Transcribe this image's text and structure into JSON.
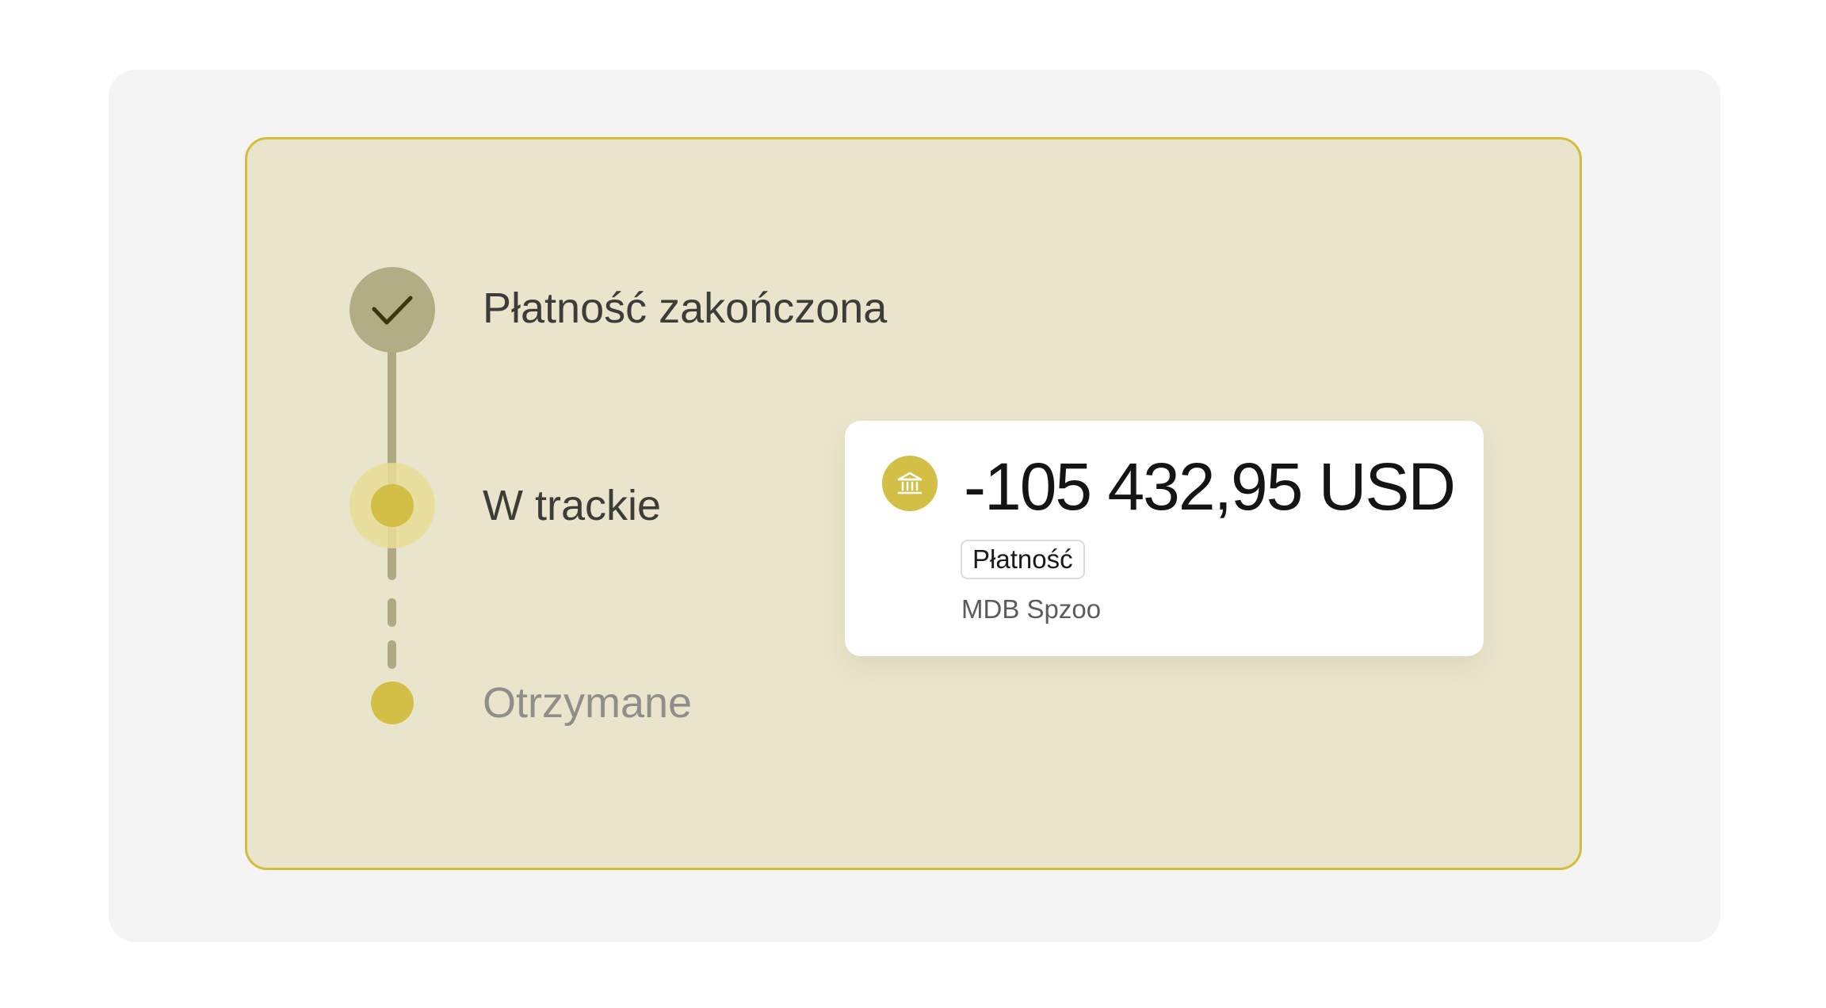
{
  "timeline": {
    "steps": [
      {
        "label": "Płatność zakończona",
        "status": "done",
        "icon": "check-icon"
      },
      {
        "label": "W trackie",
        "status": "in-progress"
      },
      {
        "label": "Otrzymane",
        "status": "pending"
      }
    ]
  },
  "transaction": {
    "icon": "bank-icon",
    "amount": "-105 432,95 USD",
    "type_tag": "Płatność",
    "counterparty": "MDB Spzoo"
  },
  "colors": {
    "accent": "#d3bf45",
    "card_background": "#e9e5cc",
    "card_border": "#d1be3c",
    "done_step": "#b2ad84",
    "timeline_line": "#aea983"
  }
}
